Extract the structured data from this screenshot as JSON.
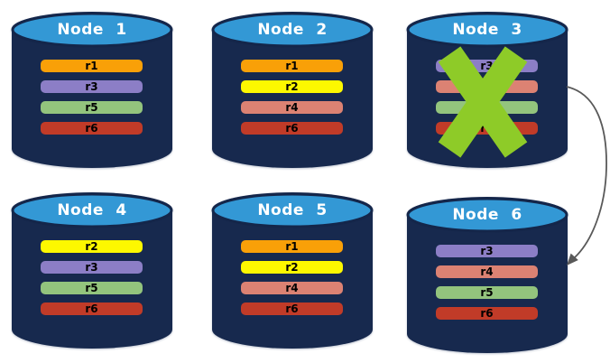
{
  "diagram": {
    "background_color": "#ffffff",
    "cylinder_body_color": "#17294E",
    "cylinder_top_color": "#3398D5",
    "failure_x_color": "#8ECB28",
    "arrow_color": "#595959",
    "replica_legend": {
      "r1": "#F9A008",
      "r2": "#FDF800",
      "r3": "#8C7EC6",
      "r4": "#DC8273",
      "r5": "#93C47D",
      "r6": "#C13B28"
    },
    "nodes": [
      {
        "title": "Node 1",
        "failed": false,
        "bars": [
          {
            "label": "r1",
            "color": "#F9A008"
          },
          {
            "label": "r3",
            "color": "#8C7EC6"
          },
          {
            "label": "r5",
            "color": "#93C47D"
          },
          {
            "label": "r6",
            "color": "#C13B28"
          }
        ]
      },
      {
        "title": "Node 2",
        "failed": false,
        "bars": [
          {
            "label": "r1",
            "color": "#F9A008"
          },
          {
            "label": "r2",
            "color": "#FDF800"
          },
          {
            "label": "r4",
            "color": "#DC8273"
          },
          {
            "label": "r6",
            "color": "#C13B28"
          }
        ]
      },
      {
        "title": "Node 3",
        "failed": true,
        "bars": [
          {
            "label": "r3",
            "color": "#8C7EC6"
          },
          {
            "label": "r4",
            "color": "#DC8273"
          },
          {
            "label": "r5",
            "color": "#93C47D"
          },
          {
            "label": "r6",
            "color": "#C13B28"
          }
        ]
      },
      {
        "title": "Node 4",
        "failed": false,
        "bars": [
          {
            "label": "r2",
            "color": "#FDF800"
          },
          {
            "label": "r3",
            "color": "#8C7EC6"
          },
          {
            "label": "r5",
            "color": "#93C47D"
          },
          {
            "label": "r6",
            "color": "#C13B28"
          }
        ]
      },
      {
        "title": "Node 5",
        "failed": false,
        "bars": [
          {
            "label": "r1",
            "color": "#F9A008"
          },
          {
            "label": "r2",
            "color": "#FDF800"
          },
          {
            "label": "r4",
            "color": "#DC8273"
          },
          {
            "label": "r6",
            "color": "#C13B28"
          }
        ]
      },
      {
        "title": "Node 6",
        "failed": false,
        "bars": [
          {
            "label": "r3",
            "color": "#8C7EC6"
          },
          {
            "label": "r4",
            "color": "#DC8273"
          },
          {
            "label": "r5",
            "color": "#93C47D"
          },
          {
            "label": "r6",
            "color": "#C13B28"
          }
        ]
      }
    ],
    "arrow": {
      "from": "Node 3",
      "to": "Node 6"
    }
  }
}
